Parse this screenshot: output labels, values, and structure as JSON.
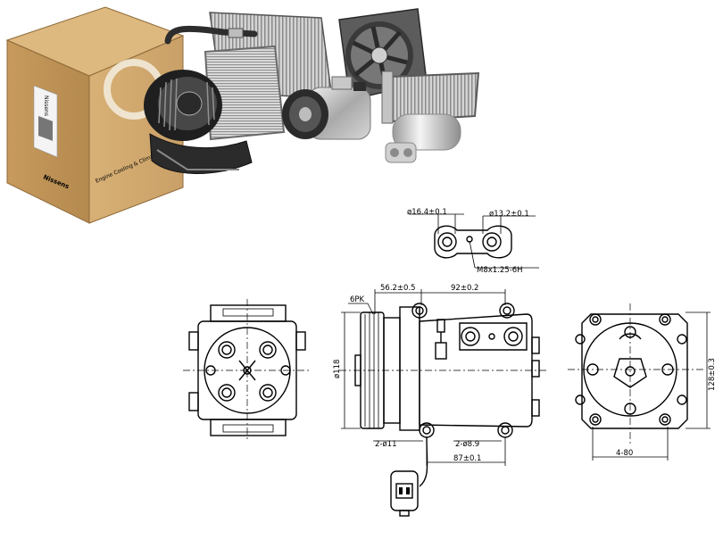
{
  "box": {
    "brand": "Nissens",
    "side_text": "Engine Cooling & Climate"
  },
  "drawing": {
    "fitting_left": "ø16.4±0.1",
    "fitting_right": "ø13.2±0.1",
    "thread": "M8x1.25-6H",
    "dim_56": "56.2±0.5",
    "dim_92": "92±0.2",
    "belt": "6PK",
    "pulley_dia": "ø118",
    "holes_11": "2-ø11",
    "holes_89": "2-ø8.9",
    "dim_87": "87±0.1",
    "height": "128±0.3",
    "width": "4-80"
  }
}
